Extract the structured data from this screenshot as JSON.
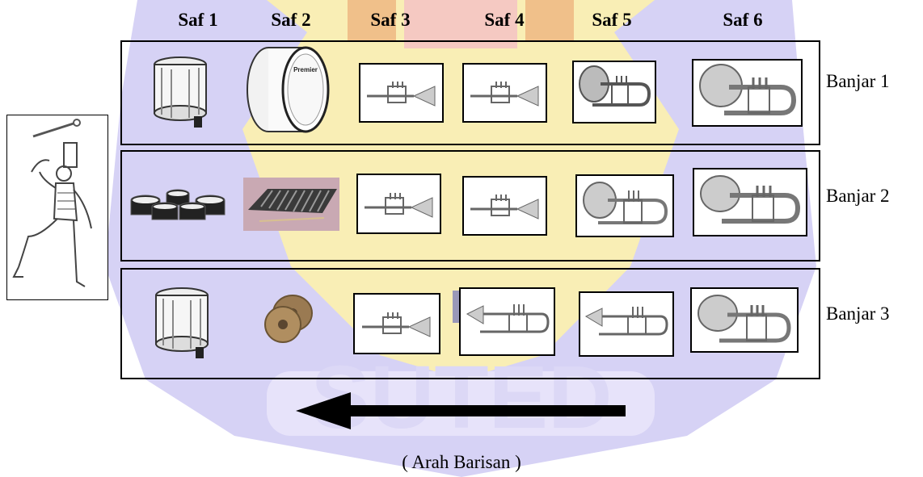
{
  "columns": [
    "Saf 1",
    "Saf 2",
    "Saf 3",
    "Saf 4",
    "Saf 5",
    "Saf 6"
  ],
  "rows": [
    {
      "label": "Banjar 1",
      "instruments": [
        "snare-drum",
        "bass-drum",
        "trumpet",
        "trumpet",
        "mellophone",
        "baritone"
      ]
    },
    {
      "label": "Banjar 2",
      "instruments": [
        "tenor-drums",
        "glockenspiel",
        "trumpet",
        "trumpet",
        "mellophone",
        "baritone"
      ]
    },
    {
      "label": "Banjar 3",
      "instruments": [
        "snare-drum",
        "cymbals",
        "trumpet",
        "flugelhorn",
        "flugelhorn",
        "mellophone"
      ]
    }
  ],
  "bass_drum_brand": "Premier",
  "caption": "( Arah Barisan )",
  "colors": {
    "watermark_blue": "#cbc7f1",
    "watermark_yellow": "#f7e9a8",
    "watermark_red": "#f4c2bc"
  }
}
